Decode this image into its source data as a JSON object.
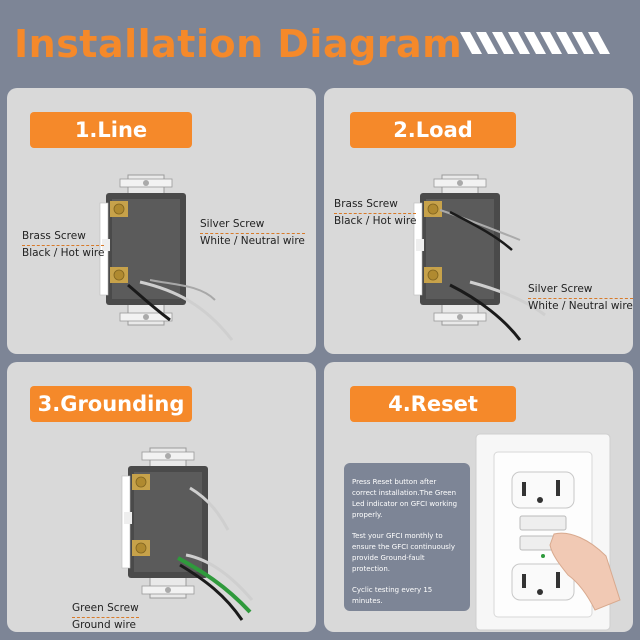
{
  "title": "Installation Diagram",
  "panels": [
    {
      "badge": "1.Line",
      "labels": [
        {
          "top": "Brass Screw",
          "bottom": "Black / Hot wire"
        },
        {
          "top": "Silver Screw",
          "bottom": "White / Neutral wire"
        }
      ]
    },
    {
      "badge": "2.Load",
      "labels": [
        {
          "top": "Brass Screw",
          "bottom": "Black / Hot wire"
        },
        {
          "top": "Silver Screw",
          "bottom": "White / Neutral wire"
        }
      ]
    },
    {
      "badge": "3.Grounding",
      "labels": [
        {
          "top": "Green Screw",
          "bottom": "Ground wire"
        }
      ]
    },
    {
      "badge": "4.Reset",
      "info": [
        "Press Reset button after correct installation.The Green Led indicator on GFCI working properly.",
        "Test your GFCI monthly to ensure the GFCI continuously provide Ground-fault protection.",
        "Cyclic testing every 15 minutes."
      ]
    }
  ],
  "colors": {
    "accent": "#f5892a",
    "background": "#7d8596",
    "panel": "#d9d9d9"
  }
}
